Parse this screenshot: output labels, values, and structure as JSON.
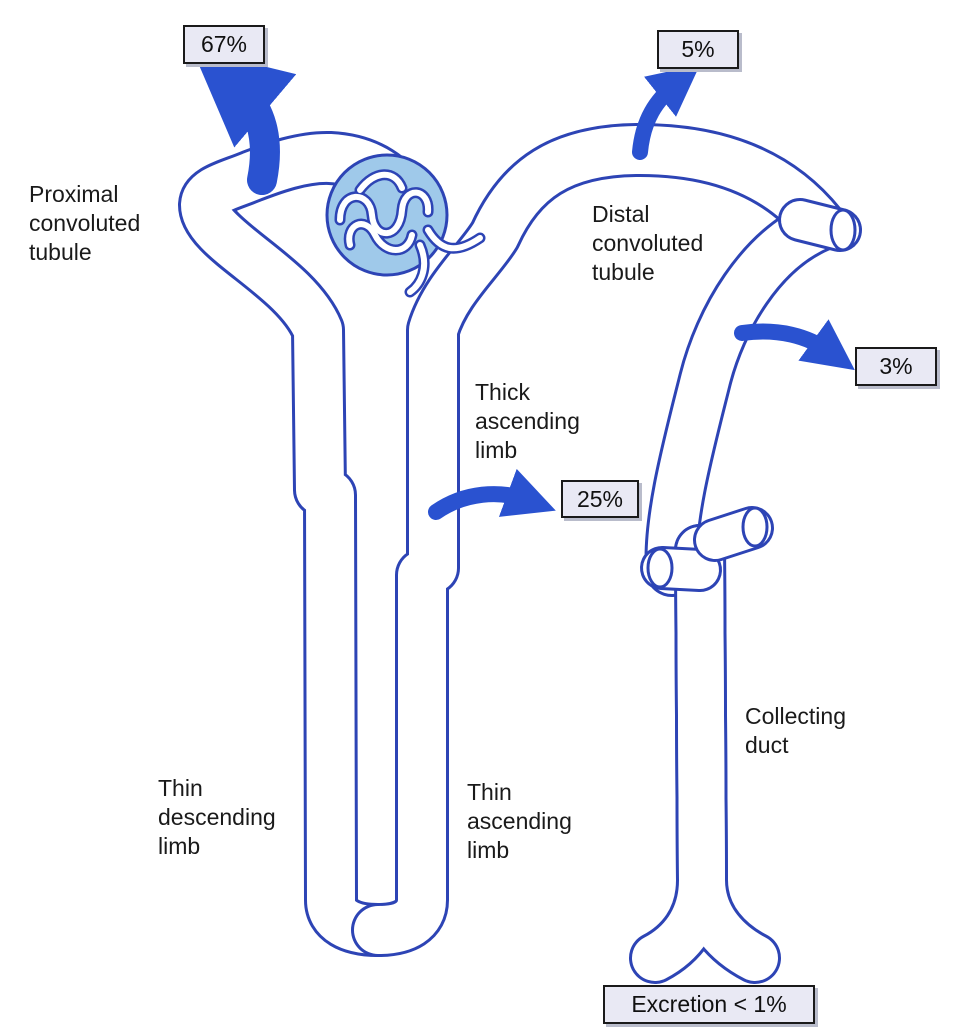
{
  "colors": {
    "tubule": "#2d44b5",
    "lumen": "#ffffff",
    "arrow": "#2a52d0",
    "glomerulus_fill": "#9fc9ea",
    "box_fill": "#e9e9f4"
  },
  "labels": {
    "proximal": [
      "Proximal",
      "convoluted",
      "tubule"
    ],
    "distal": [
      "Distal",
      "convoluted",
      "tubule"
    ],
    "thick_ascending": [
      "Thick",
      "ascending",
      "limb"
    ],
    "thin_descending": [
      "Thin",
      "descending",
      "limb"
    ],
    "thin_ascending": [
      "Thin",
      "ascending",
      "limb"
    ],
    "collecting": [
      "Collecting",
      "duct"
    ]
  },
  "reabsorption": {
    "proximal": "67%",
    "distal": "5%",
    "collecting": "3%",
    "loop": "25%",
    "excretion": "Excretion < 1%"
  }
}
